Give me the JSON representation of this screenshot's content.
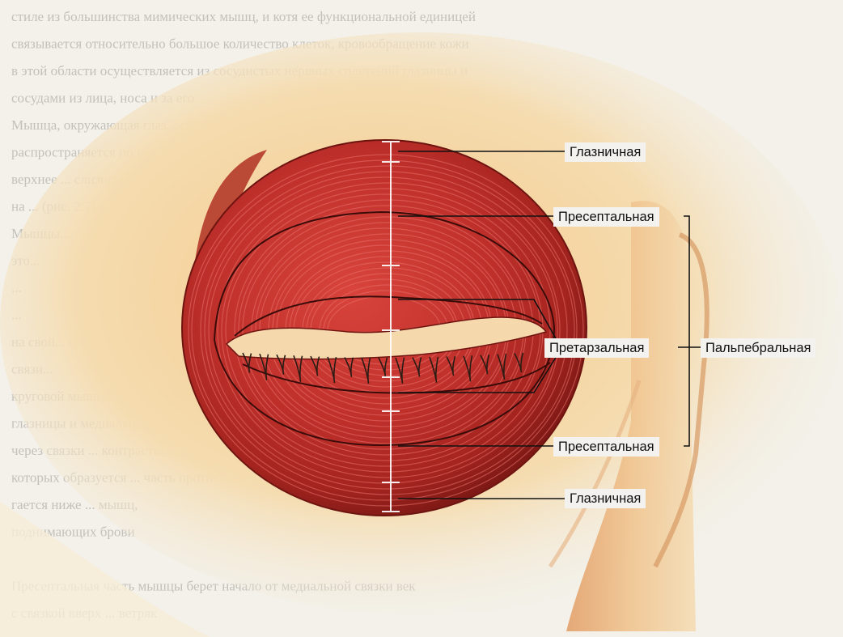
{
  "figure": {
    "labels": {
      "orbital_top": "Глазничная",
      "preseptal_top": "Пресептальная",
      "pretarsal": "Претарзальная",
      "palpebral": "Пальпебральная",
      "preseptal_bottom": "Пресептальная",
      "orbital_bottom": "Глазничная"
    },
    "background_text_lines": [
      "стиле из большинства мимических мышц, и котя ее функциональной единицей",
      "связывается относительно большое количество клеток, кровообращение кожи",
      "в этой области осуществляется из сосудистых нервных сплетений глазницы и",
      "сосудами из лица, носа и за его",
      "Мышца, окружающая глаз... сухожилия",
      "распространяется по верхней части лица, а также по ... посл...",
      "верхнее ... слизистые",
      "на ... (рис. 2.7)",
      "Мышцы...",
      "это...",
      "...",
      "...",
      "на свой... среды",
      "связи...",
      "круговой мышцы ... края",
      "глазницы и медиальной связкой века ... поясница",
      "через связки ... контрастные из",
      "которых образуется ... часть проти-",
      "гается ниже ... мышц,",
      "поднимающих брови",
      "",
      "Пресептальная часть мышцы берет начало от медиальной связки век",
      "с связкой вверх ... ветряк"
    ],
    "colors": {
      "muscle": "#c0302b",
      "muscle_dark": "#8e1f1b",
      "skin": "#f2dcae",
      "skin_shadow": "#c9733f",
      "paper": "#f3f1ea",
      "leader": "#111111"
    }
  }
}
